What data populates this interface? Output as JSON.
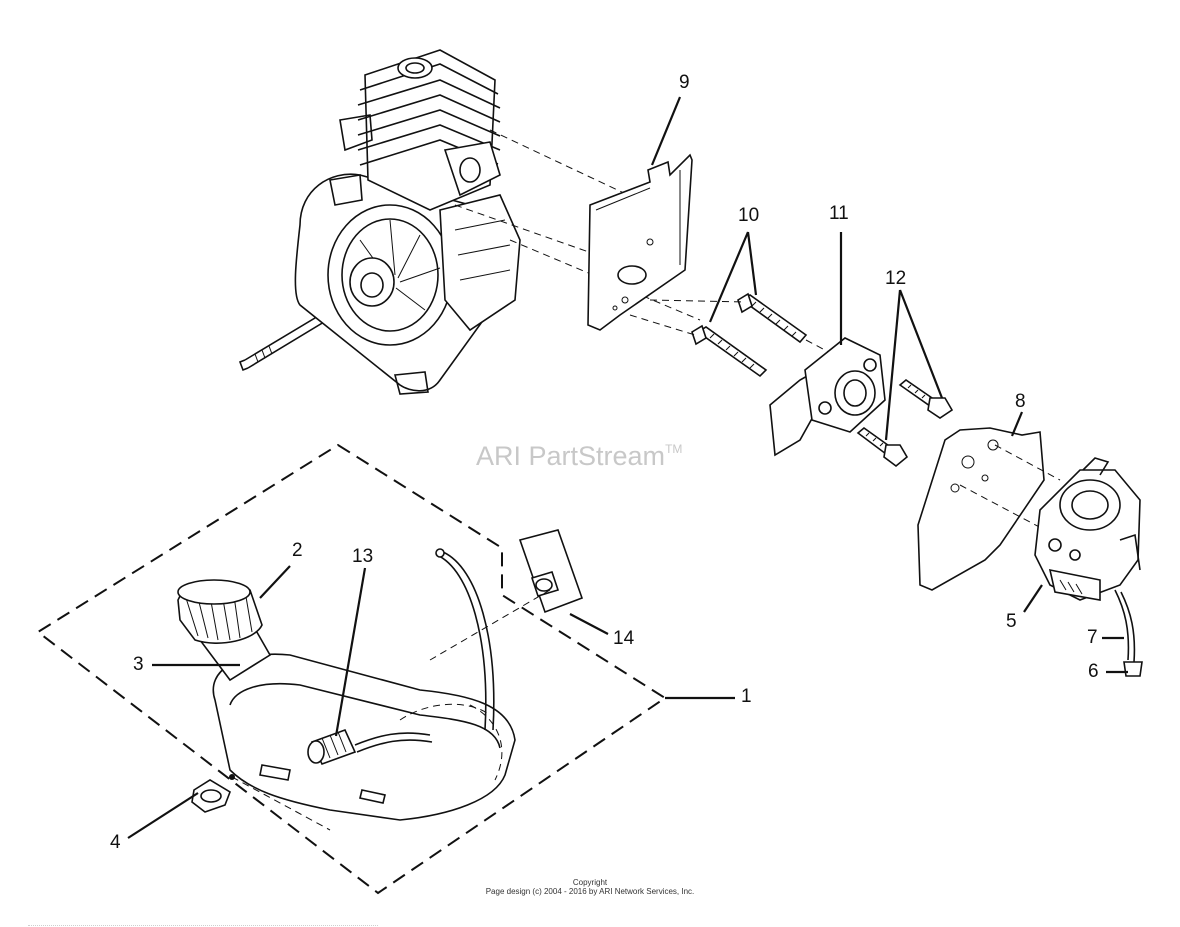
{
  "watermark": {
    "text": "ARI PartStream",
    "trademark": "TM"
  },
  "copyright": {
    "line1": "Copyright",
    "line2": "Page design (c) 2004 - 2016 by ARI Network Services, Inc."
  },
  "callouts": [
    {
      "id": "1",
      "label": "1"
    },
    {
      "id": "2",
      "label": "2"
    },
    {
      "id": "3",
      "label": "3"
    },
    {
      "id": "4",
      "label": "4"
    },
    {
      "id": "5",
      "label": "5"
    },
    {
      "id": "6",
      "label": "6"
    },
    {
      "id": "7",
      "label": "7"
    },
    {
      "id": "8",
      "label": "8"
    },
    {
      "id": "9",
      "label": "9"
    },
    {
      "id": "10",
      "label": "10"
    },
    {
      "id": "11",
      "label": "11"
    },
    {
      "id": "12",
      "label": "12"
    },
    {
      "id": "13",
      "label": "13"
    },
    {
      "id": "14",
      "label": "14"
    }
  ]
}
